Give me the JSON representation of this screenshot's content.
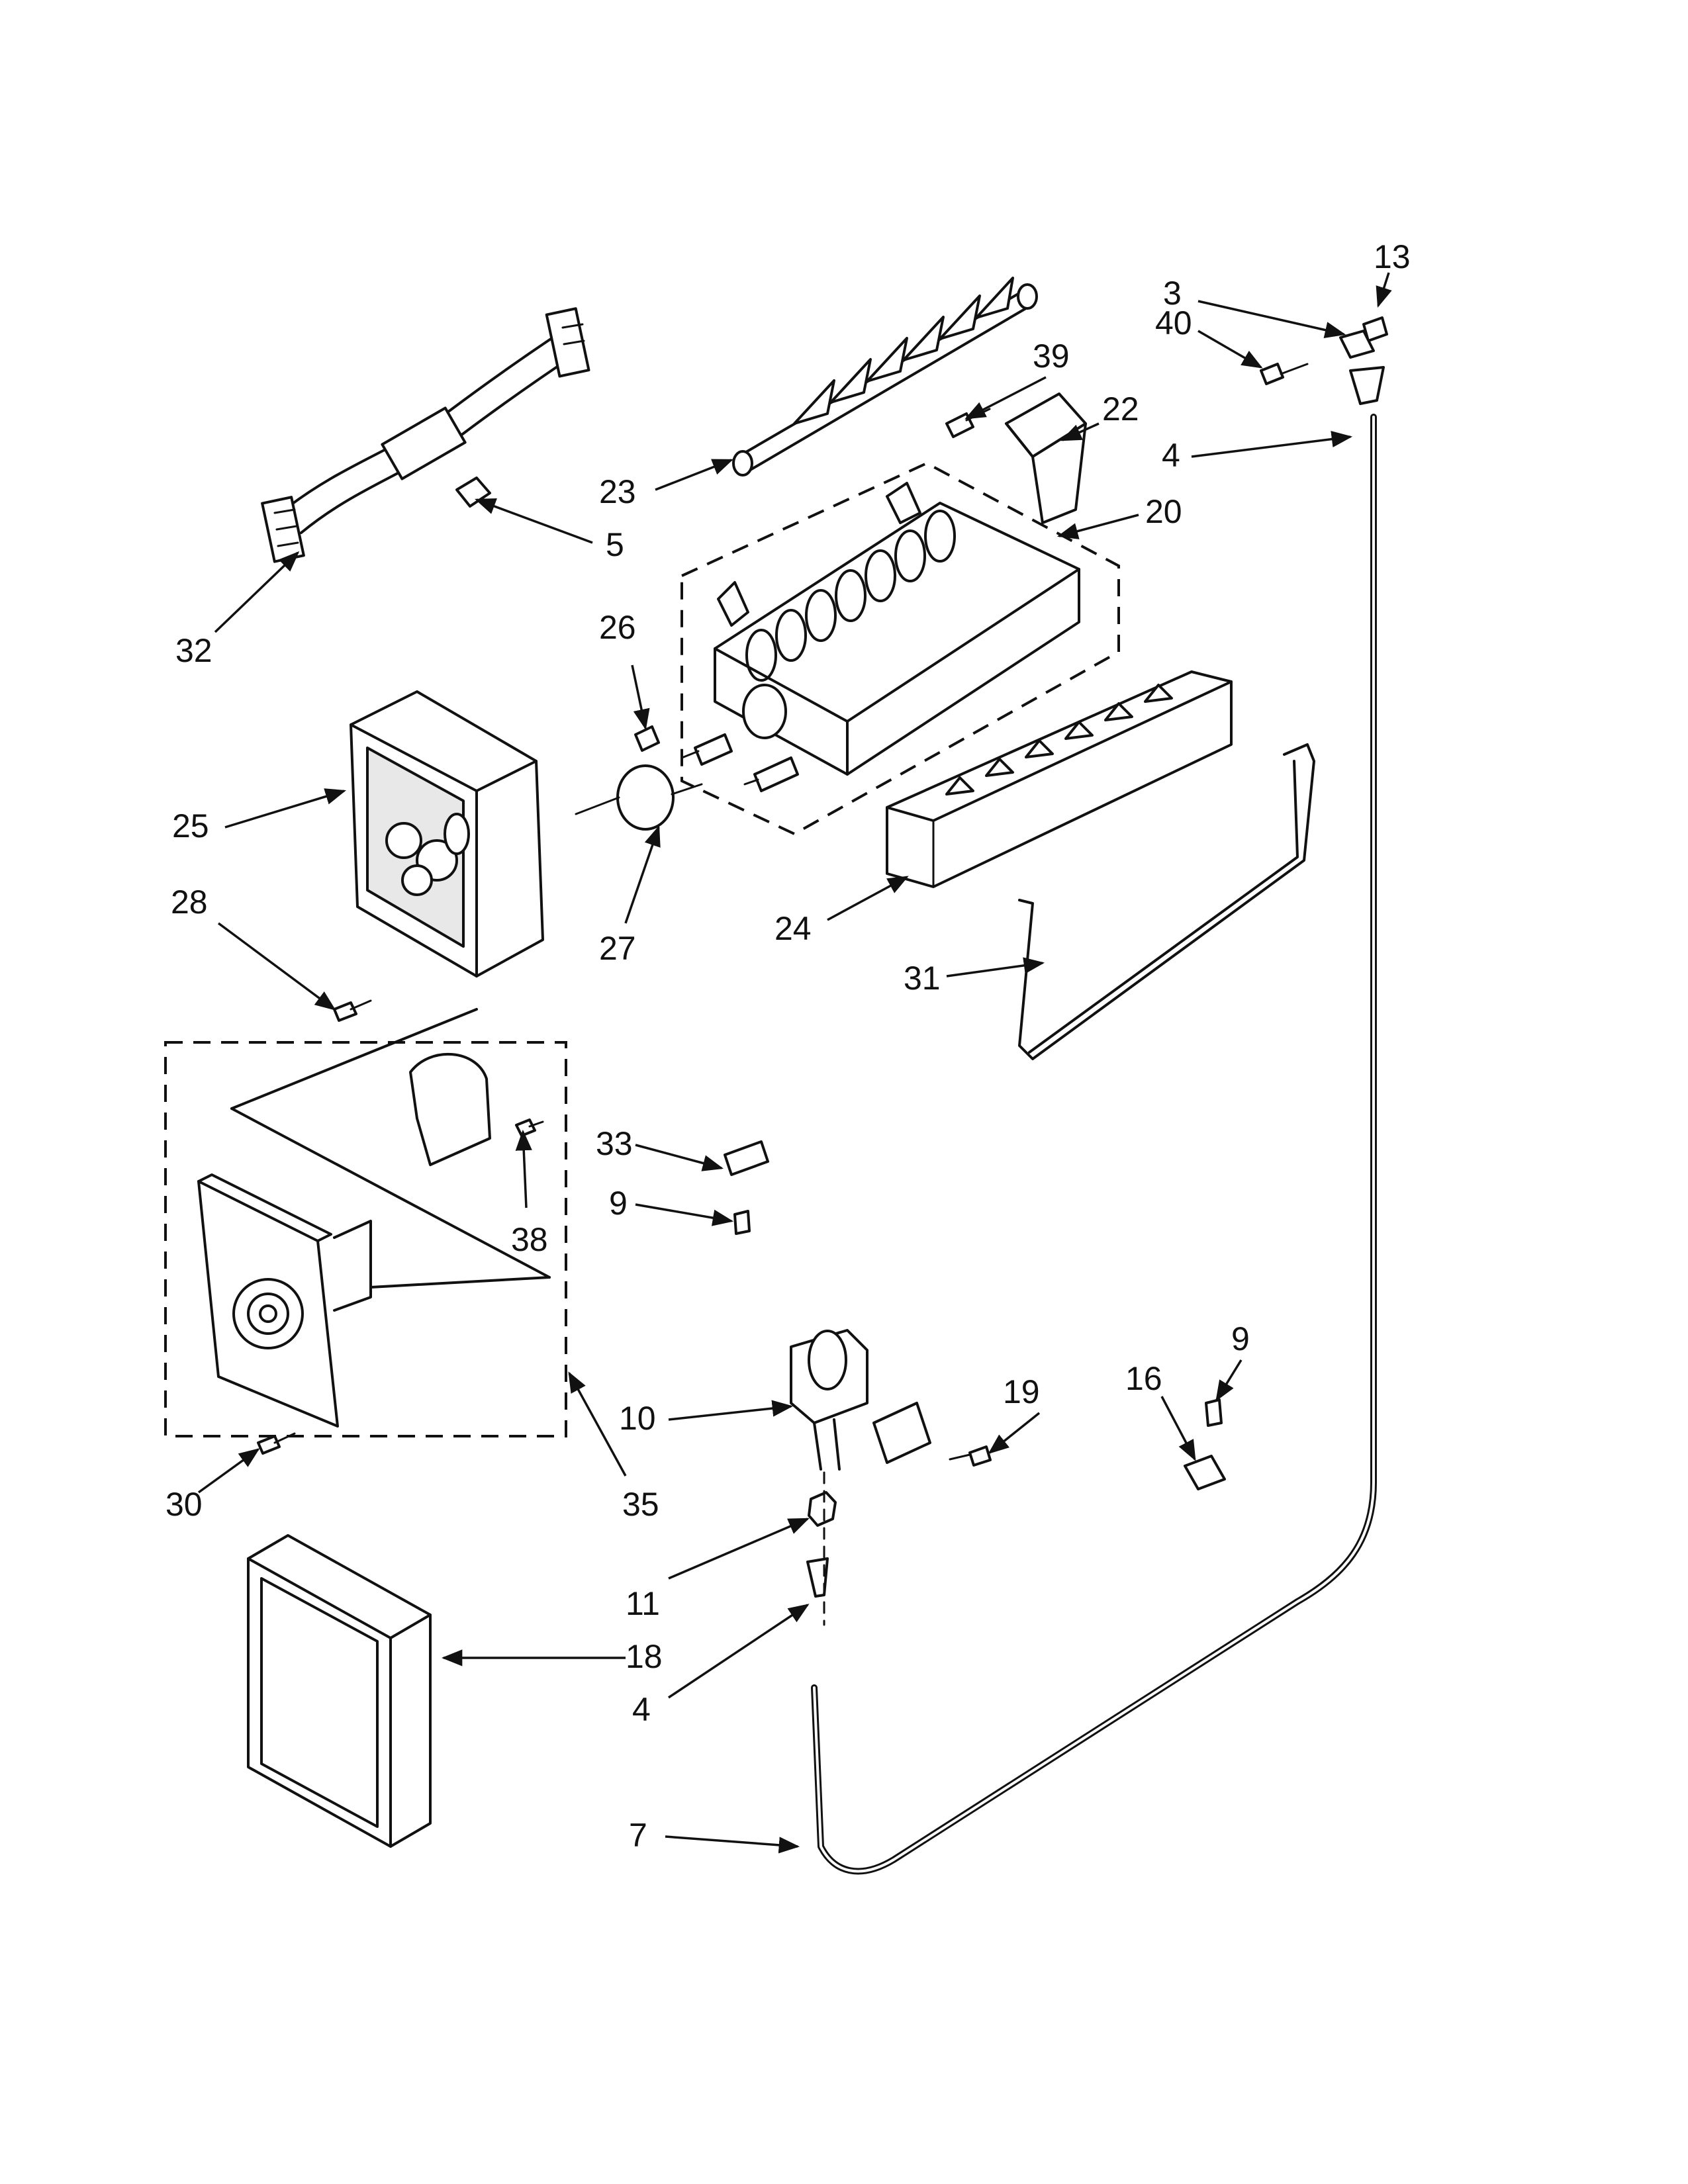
{
  "callouts": [
    "3",
    "4",
    "5",
    "7",
    "9",
    "10",
    "11",
    "13",
    "16",
    "18",
    "19",
    "20",
    "22",
    "23",
    "24",
    "25",
    "26",
    "27",
    "28",
    "30",
    "31",
    "32",
    "33",
    "35",
    "38",
    "39",
    "40"
  ],
  "labels": {
    "13": "13",
    "3": "3",
    "40": "40",
    "22": "22",
    "4a": "4",
    "39": "39",
    "23": "23",
    "5": "5",
    "20": "20",
    "32": "32",
    "26": "26",
    "25": "25",
    "28": "28",
    "27": "27",
    "24": "24",
    "31": "31",
    "33": "33",
    "9a": "9",
    "38": "38",
    "9b": "9",
    "16": "16",
    "19": "19",
    "10": "10",
    "30": "30",
    "35": "35",
    "11": "11",
    "18": "18",
    "4b": "4",
    "7": "7"
  }
}
